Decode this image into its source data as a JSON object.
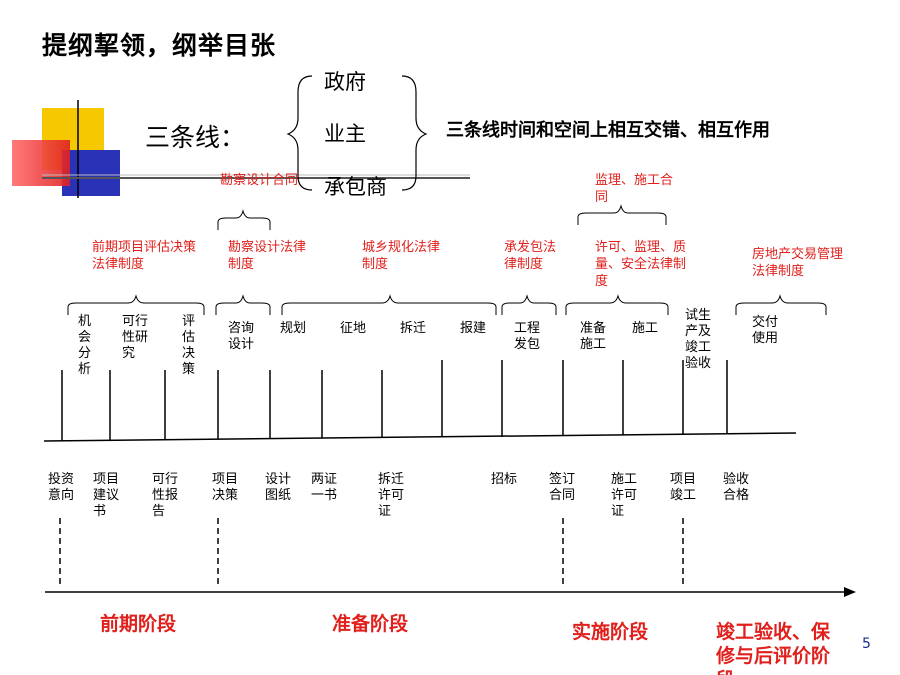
{
  "title": "提纲挈领，纲举目张",
  "three_lines": {
    "label": "三条线：",
    "parties": [
      "政府",
      "业主",
      "承包商"
    ],
    "description": "三条线时间和空间上相互交错、相互作用"
  },
  "legal_frameworks": {
    "survey_contract": "勘察设计合同",
    "pre_project": "前期项目评估决策法律制度",
    "survey_law": "勘察设计法律制度",
    "urban_planning": "城乡规化法律制度",
    "contracting": "承发包法律制度",
    "supervision_contract": "监理、施工合同",
    "permit_quality": "许可、监理、质量、安全法律制度",
    "real_estate": "房地产交易管理法律制度"
  },
  "activities": [
    "机会分析",
    "可行性研究",
    "评估决策",
    "咨询设计",
    "规划",
    "征地",
    "拆迁",
    "报建",
    "工程发包",
    "准备施工",
    "施工",
    "试生产及竣工验收",
    "交付使用"
  ],
  "milestones": [
    "投资意向",
    "项目建议书",
    "可行性报告",
    "项目决策",
    "设计图纸",
    "两证一书",
    "拆迁许可证",
    "招标",
    "签订合同",
    "施工许可证",
    "项目竣工",
    "验收合格"
  ],
  "phases": [
    "前期阶段",
    "准备阶段",
    "实施阶段",
    "竣工验收、保修与后评价阶段"
  ],
  "page_number": "5"
}
